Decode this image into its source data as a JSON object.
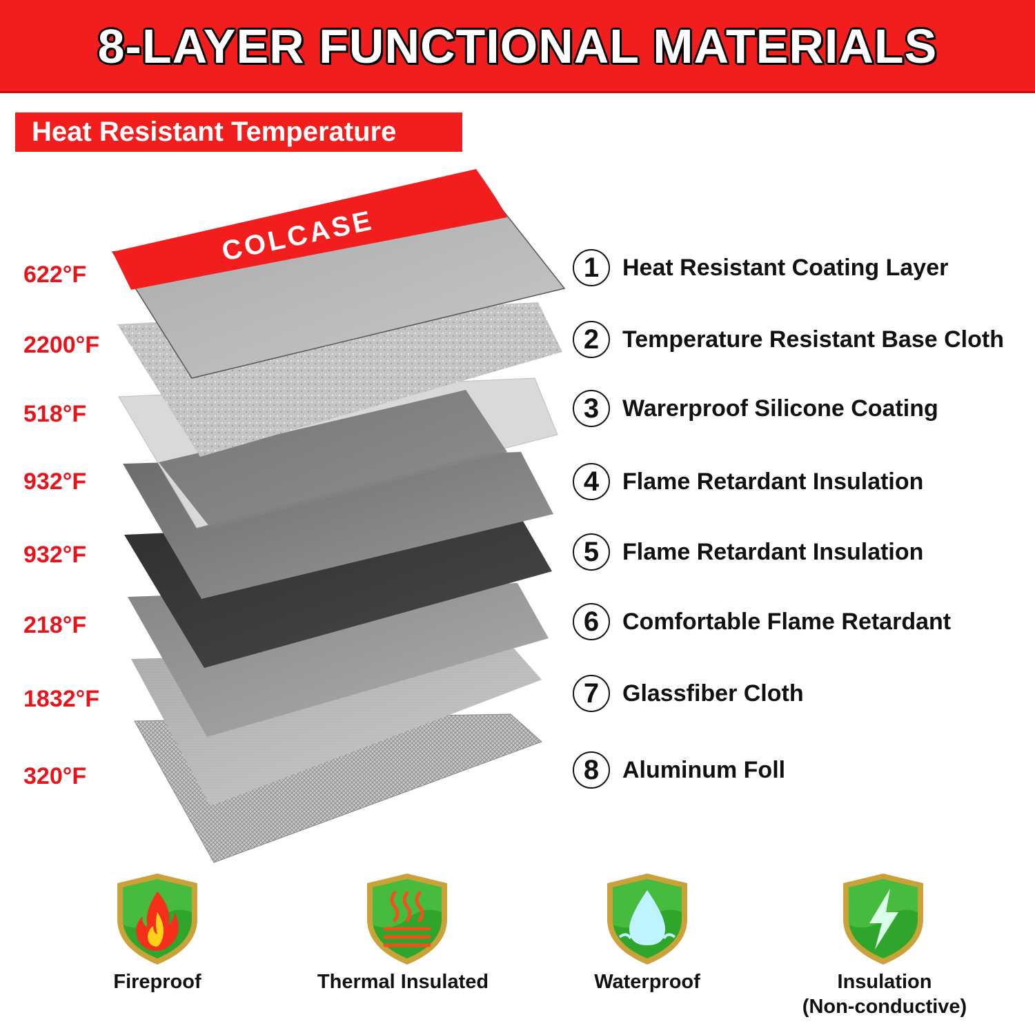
{
  "header": {
    "title": "8-LAYER FUNCTIONAL MATERIALS"
  },
  "section_tag": {
    "label": "Heat Resistant Temperature"
  },
  "brand": {
    "logo_text": "COLCASE"
  },
  "temperatures": [
    "622°F",
    "2200°F",
    "518°F",
    "932°F",
    "932°F",
    "218°F",
    "1832°F",
    "320°F"
  ],
  "layers": [
    {
      "number": "1",
      "name": "Heat Resistant Coating Layer"
    },
    {
      "number": "2",
      "name": "Temperature Resistant Base Cloth"
    },
    {
      "number": "3",
      "name": "Warerproof Silicone Coating"
    },
    {
      "number": "4",
      "name": "Flame Retardant Insulation"
    },
    {
      "number": "5",
      "name": "Flame Retardant Insulation"
    },
    {
      "number": "6",
      "name": "Comfortable Flame Retardant"
    },
    {
      "number": "7",
      "name": "Glassfiber Cloth"
    },
    {
      "number": "8",
      "name": "Aluminum Foll"
    }
  ],
  "features": [
    {
      "label": "Fireproof",
      "icon": "flame-icon"
    },
    {
      "label": "Thermal Insulated",
      "icon": "heat-waves-icon"
    },
    {
      "label": "Waterproof",
      "icon": "water-drop-icon"
    },
    {
      "label": "Insulation",
      "label2": "(Non-conductive)",
      "icon": "lightning-bolt-icon"
    }
  ],
  "colors": {
    "accent": "#f21d1d",
    "temp_text": "#e8141c",
    "shield_green": "#2fa52b",
    "shield_gold": "#c9a23a"
  }
}
